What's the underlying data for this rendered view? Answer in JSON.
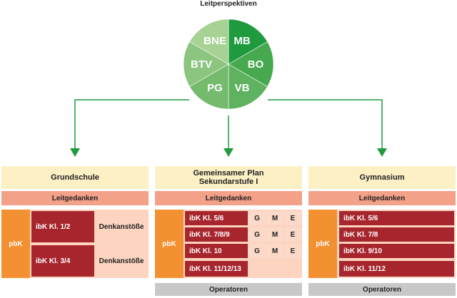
{
  "leitperspektiven": {
    "title": "Leitperspektiven",
    "segments": [
      {
        "label": "MB",
        "color": "#1f9a3f"
      },
      {
        "label": "BO",
        "color": "#46a94f"
      },
      {
        "label": "VB",
        "color": "#5fb25f"
      },
      {
        "label": "PG",
        "color": "#74bb6e"
      },
      {
        "label": "BTV",
        "color": "#8cc57f"
      },
      {
        "label": "BNE",
        "color": "#a6d294"
      }
    ]
  },
  "columns": {
    "grundschule": {
      "title": "Grundschule",
      "leitgedanken": "Leitgedanken",
      "pbk": "pbK",
      "rows": [
        {
          "ibk": "ibK Kl. 1/2",
          "denk": "Denkanstöße"
        },
        {
          "ibk": "ibK Kl. 3/4",
          "denk": "Denkanstöße"
        }
      ]
    },
    "gemeinsam": {
      "title_line1": "Gemeinsamer Plan",
      "title_line2": "Sekundarstufe I",
      "leitgedanken": "Leitgedanken",
      "pbk": "pbK",
      "rows": [
        {
          "ibk": "ibK Kl. 5/6",
          "g": "G",
          "m": "M",
          "e": "E"
        },
        {
          "ibk": "ibK Kl. 7/8/9",
          "g": "G",
          "m": "M",
          "e": "E"
        },
        {
          "ibk": "ibK Kl. 10",
          "g": "G",
          "m": "M",
          "e": "E"
        },
        {
          "ibk": "ibK Kl. 11/12/13"
        }
      ],
      "operatoren": "Operatoren"
    },
    "gymnasium": {
      "title": "Gymnasium",
      "leitgedanken": "Leitgedanken",
      "pbk": "pbK",
      "rows": [
        {
          "ibk": "ibK Kl. 5/6"
        },
        {
          "ibk": "ibK Kl. 7/8"
        },
        {
          "ibk": "ibK Kl. 9/10"
        },
        {
          "ibk": "ibK Kl. 11/12"
        }
      ],
      "operatoren": "Operatoren"
    }
  },
  "colors": {
    "arrow": "#1f9a3f",
    "ibk": "#a7262e",
    "pbk": "#f39031",
    "leitgedanken": "#f4a18a",
    "header": "#fcf0c4",
    "operatoren": "#c8c8c8"
  }
}
